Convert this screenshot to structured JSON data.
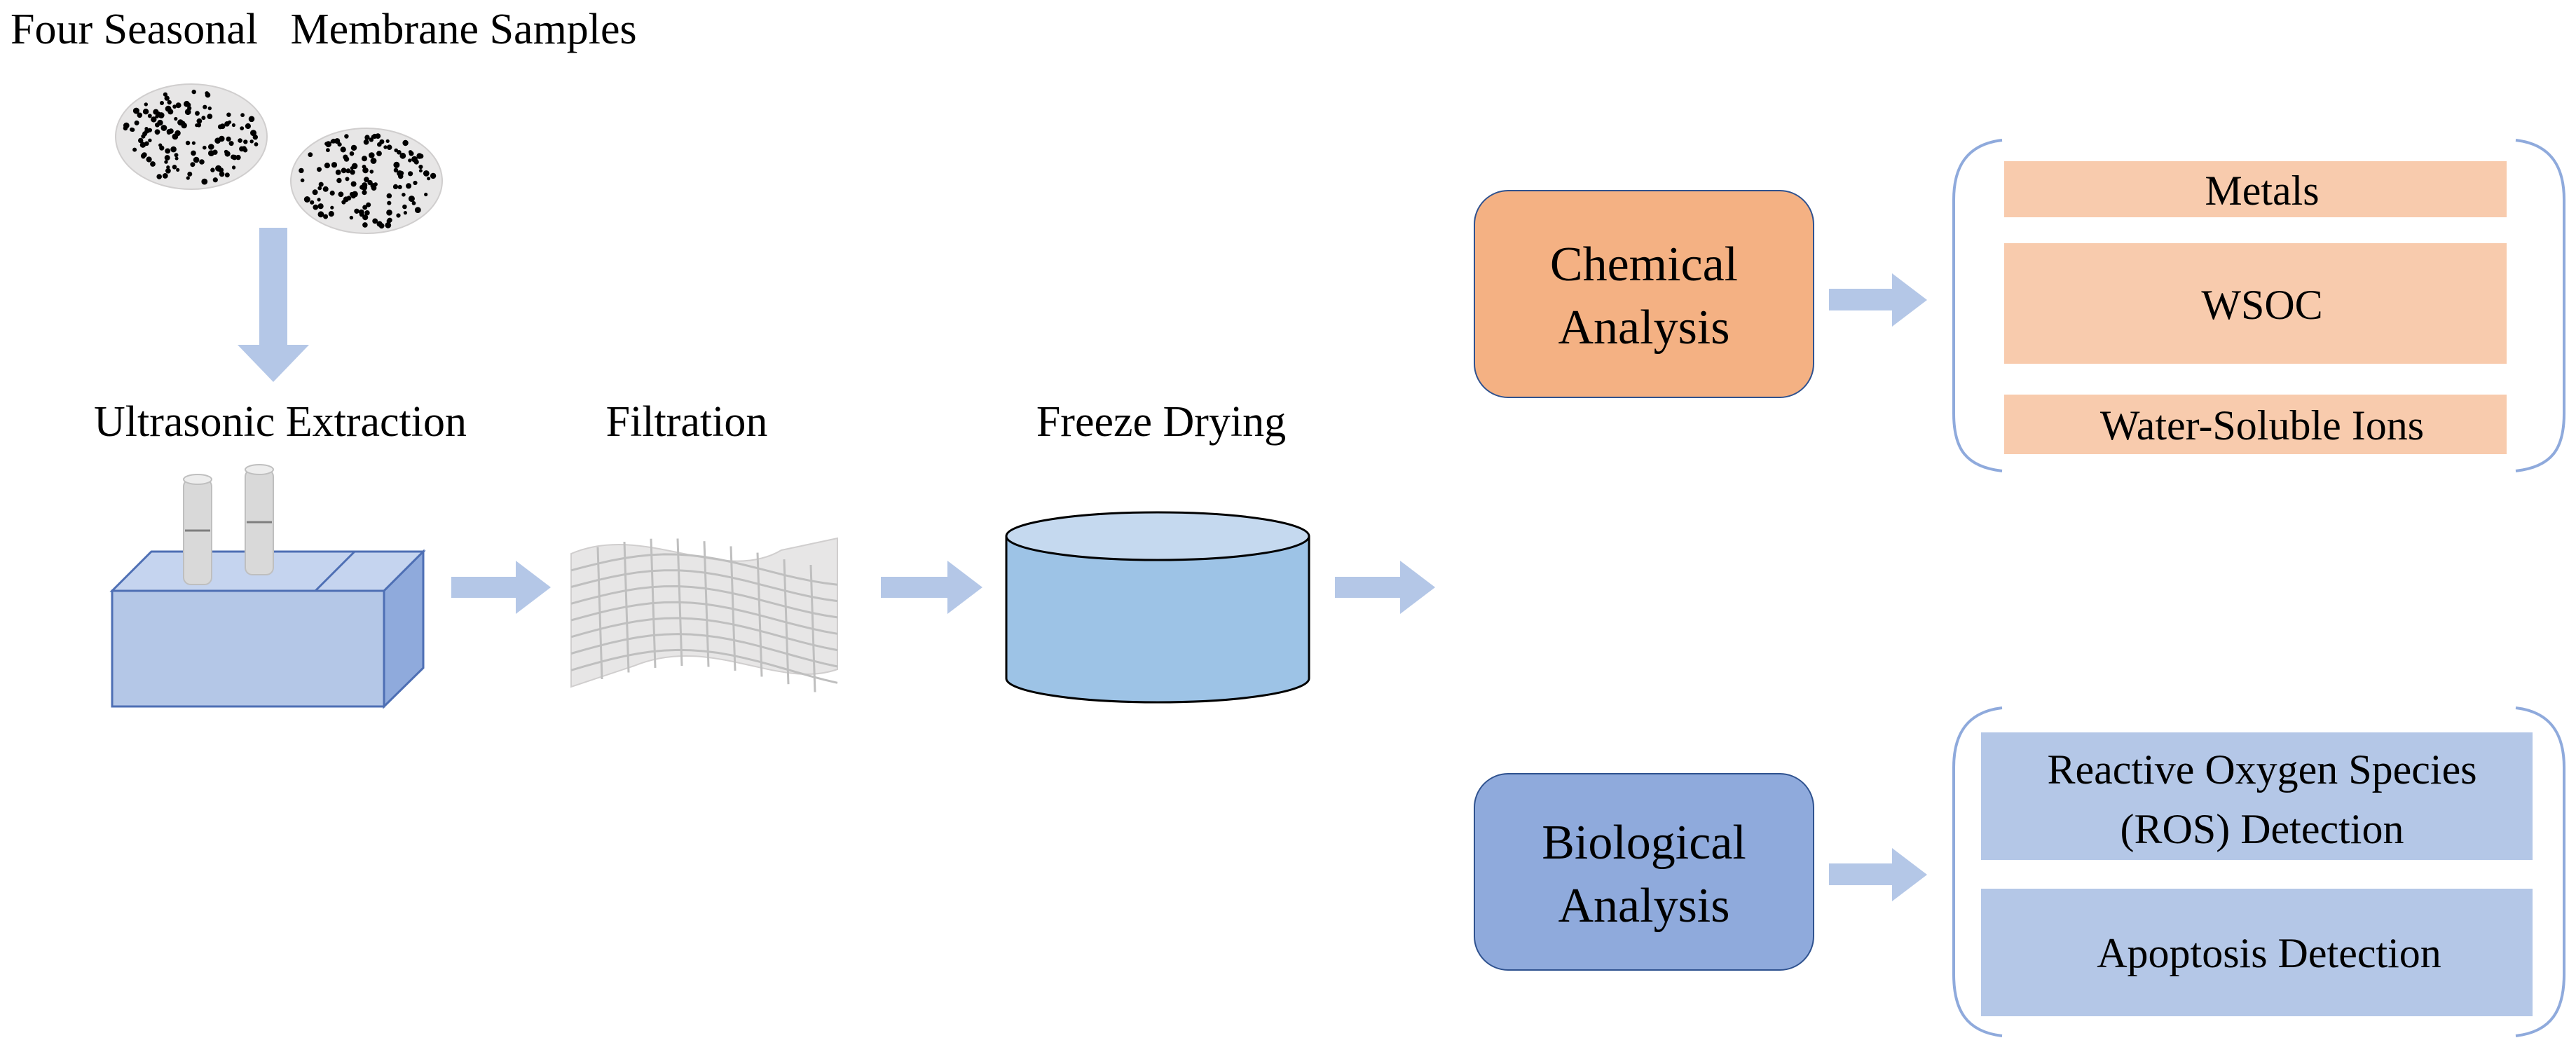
{
  "diagram": {
    "title": "Four Seasonal   Membrane Samples",
    "steps": {
      "extraction": "Ultrasonic Extraction",
      "filtration": "Filtration",
      "drying": "Freeze Drying"
    },
    "chemical": {
      "line1": "Chemical",
      "line2": "Analysis",
      "items": [
        "Metals",
        "WSOC",
        "Water-Soluble Ions"
      ]
    },
    "biological": {
      "line1": "Biological",
      "line2": "Analysis",
      "items": [
        {
          "line1": "Reactive Oxygen Species",
          "line2": "(ROS) Detection"
        },
        {
          "line1": "Apoptosis Detection"
        }
      ]
    },
    "colors": {
      "arrow": "#b4c7e7",
      "chem_box": "#f4b183",
      "chem_item": "#f8cbad",
      "bio_box": "#8faadc",
      "bio_item": "#b4c7e7",
      "bracket": "#8faadc",
      "cylinder_body": "#9dc3e6",
      "cylinder_top": "#c5d9ef",
      "tank_front": "#b4c7e7",
      "tank_side": "#8faadc",
      "membrane": "#e7e6e6"
    }
  }
}
